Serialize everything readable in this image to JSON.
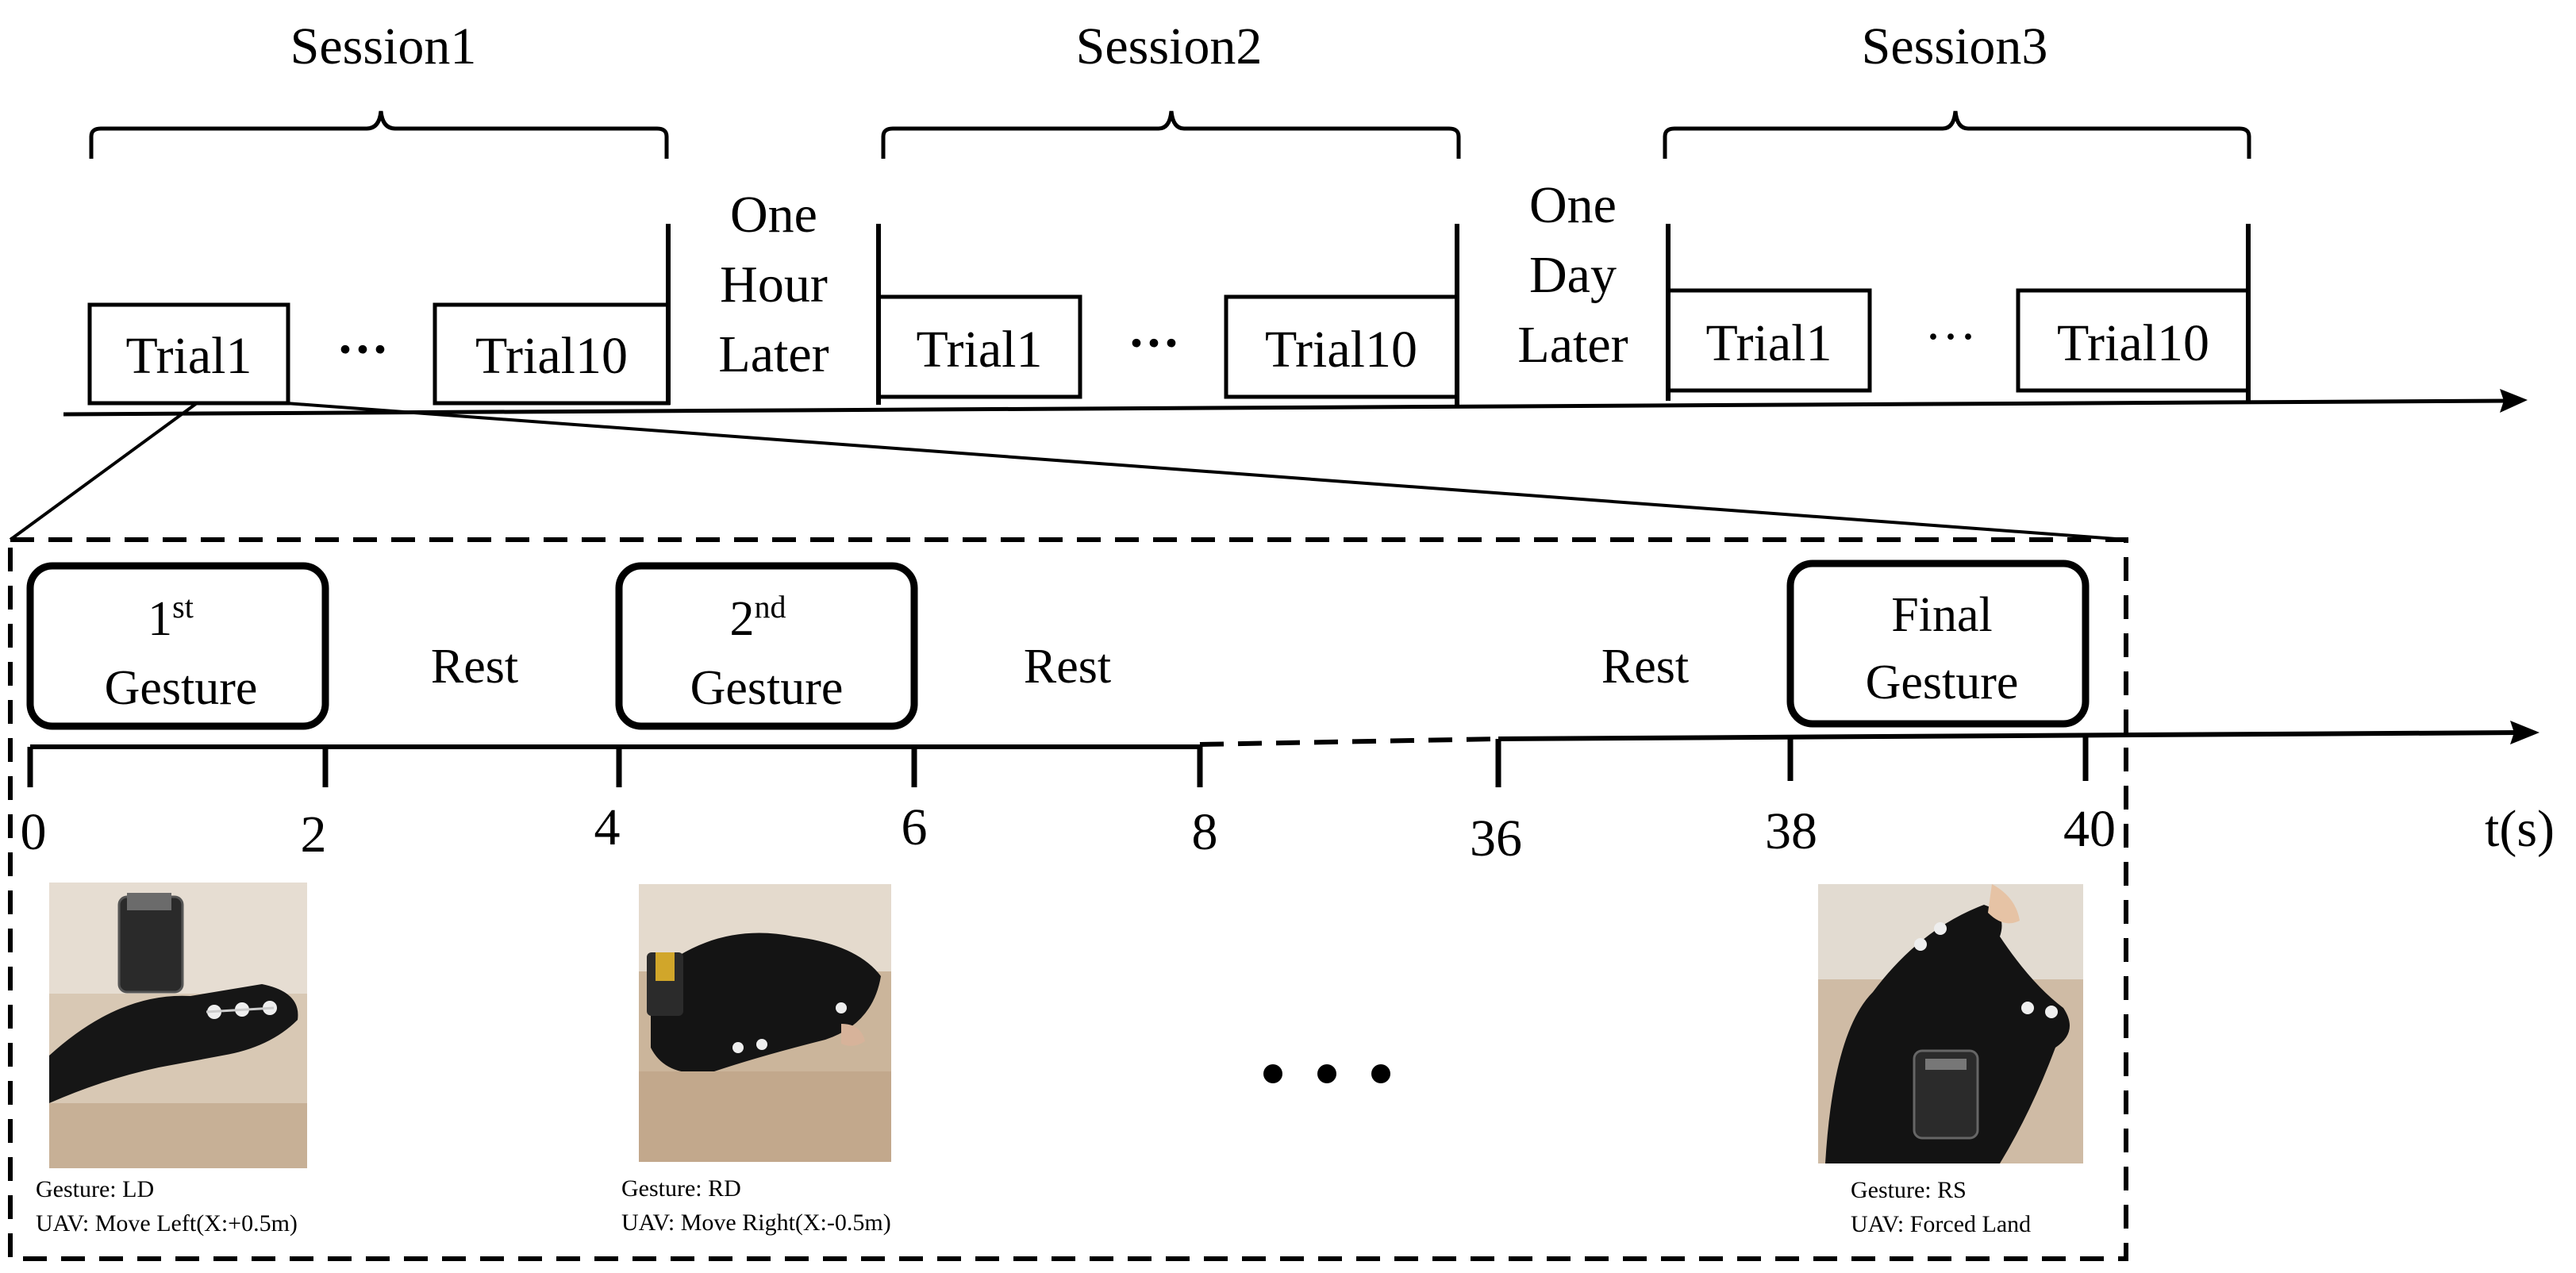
{
  "sessions": [
    {
      "label": "Session1",
      "trials": [
        "Trial1",
        "Trial10"
      ],
      "ellipsis": "···"
    },
    {
      "label": "Session2",
      "trials": [
        "Trial1",
        "Trial10"
      ],
      "ellipsis": "···"
    },
    {
      "label": "Session3",
      "trials": [
        "Trial1",
        "Trial10"
      ],
      "ellipsis": "···"
    }
  ],
  "gaps": [
    {
      "lines": [
        "One",
        "Hour",
        "Later"
      ]
    },
    {
      "lines": [
        "One",
        "Day",
        "Later"
      ]
    }
  ],
  "detail": {
    "gestures": [
      {
        "base": "1",
        "sup": "st",
        "line2": "Gesture"
      },
      {
        "base": "2",
        "sup": "nd",
        "line2": "Gesture"
      },
      {
        "line1": "Final",
        "line2": "Gesture"
      }
    ],
    "rest_label": "Rest",
    "ticks": [
      "0",
      "2",
      "4",
      "6",
      "8",
      "36",
      "38",
      "40"
    ],
    "axis_unit": "t(s)",
    "ellipsis": "•  •  •",
    "photos": [
      {
        "gesture": "Gesture: LD",
        "uav": "UAV: Move Left(X:+0.5m)"
      },
      {
        "gesture": "Gesture: RD",
        "uav": "UAV: Move Right(X:-0.5m)"
      },
      {
        "gesture": "Gesture: RS",
        "uav": "UAV: Forced Land"
      }
    ]
  },
  "colors": {
    "ink": "#000000",
    "photo_bg": "#c9b49a",
    "glove": "#151515",
    "wall": "#e8e4df"
  }
}
